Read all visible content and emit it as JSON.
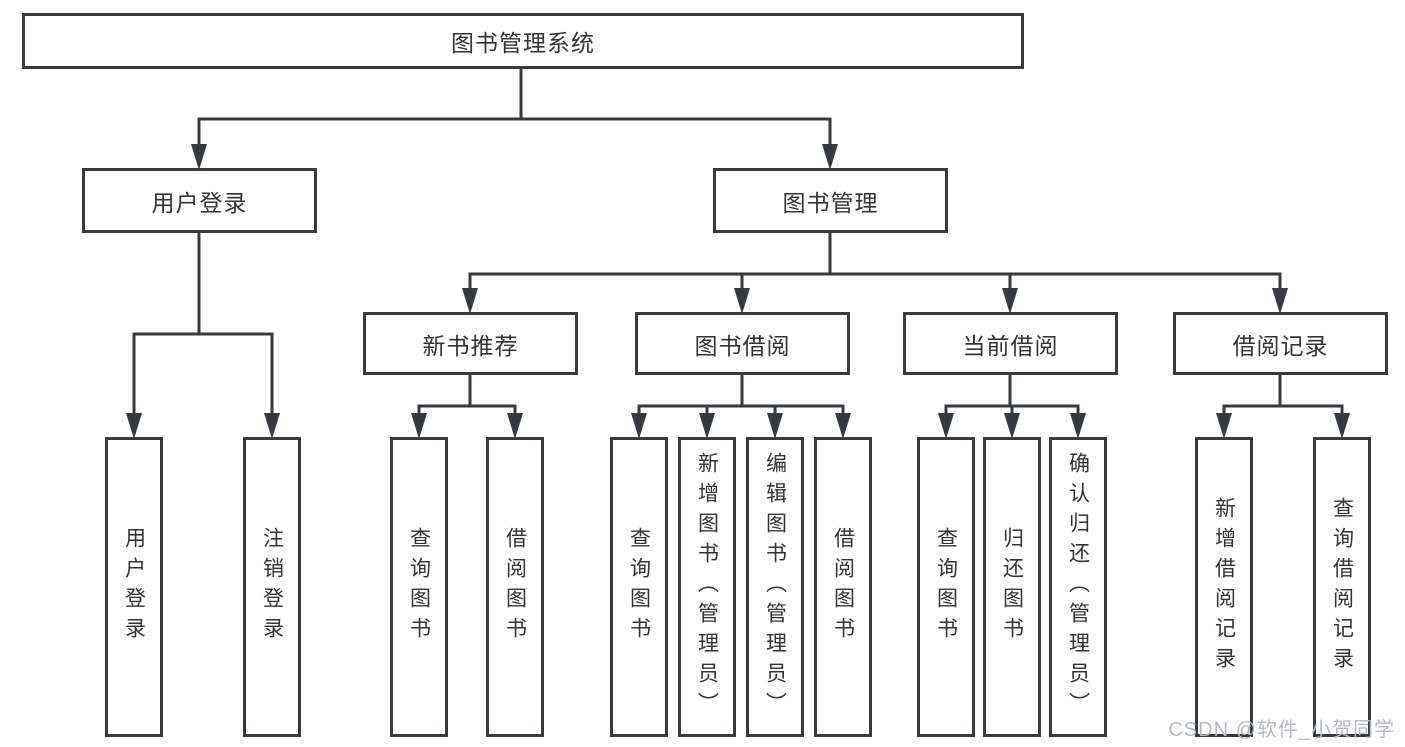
{
  "diagram": {
    "root": {
      "label": "图书管理系统"
    },
    "branches": [
      {
        "label": "用户登录",
        "children": [
          {
            "label": "用户登录"
          },
          {
            "label": "注销登录"
          }
        ]
      },
      {
        "label": "图书管理",
        "modules": [
          {
            "label": "新书推荐",
            "children": [
              {
                "label": "查询图书"
              },
              {
                "label": "借阅图书"
              }
            ]
          },
          {
            "label": "图书借阅",
            "children": [
              {
                "label": "查询图书"
              },
              {
                "label": "新增图书（管理员）"
              },
              {
                "label": "编辑图书（管理员）"
              },
              {
                "label": "借阅图书"
              }
            ]
          },
          {
            "label": "当前借阅",
            "children": [
              {
                "label": "查询图书"
              },
              {
                "label": "归还图书"
              },
              {
                "label": "确认归还（管理员）"
              }
            ]
          },
          {
            "label": "借阅记录",
            "children": [
              {
                "label": "新增借阅记录"
              },
              {
                "label": "查询借阅记录"
              }
            ]
          }
        ]
      }
    ]
  },
  "watermark": {
    "text": "CSDN @软件_小贺同学"
  },
  "colors": {
    "line": "#36393e",
    "box_border": "#36393e",
    "text": "#333333",
    "background": "#ffffff",
    "watermark": "#b6b9bf"
  }
}
